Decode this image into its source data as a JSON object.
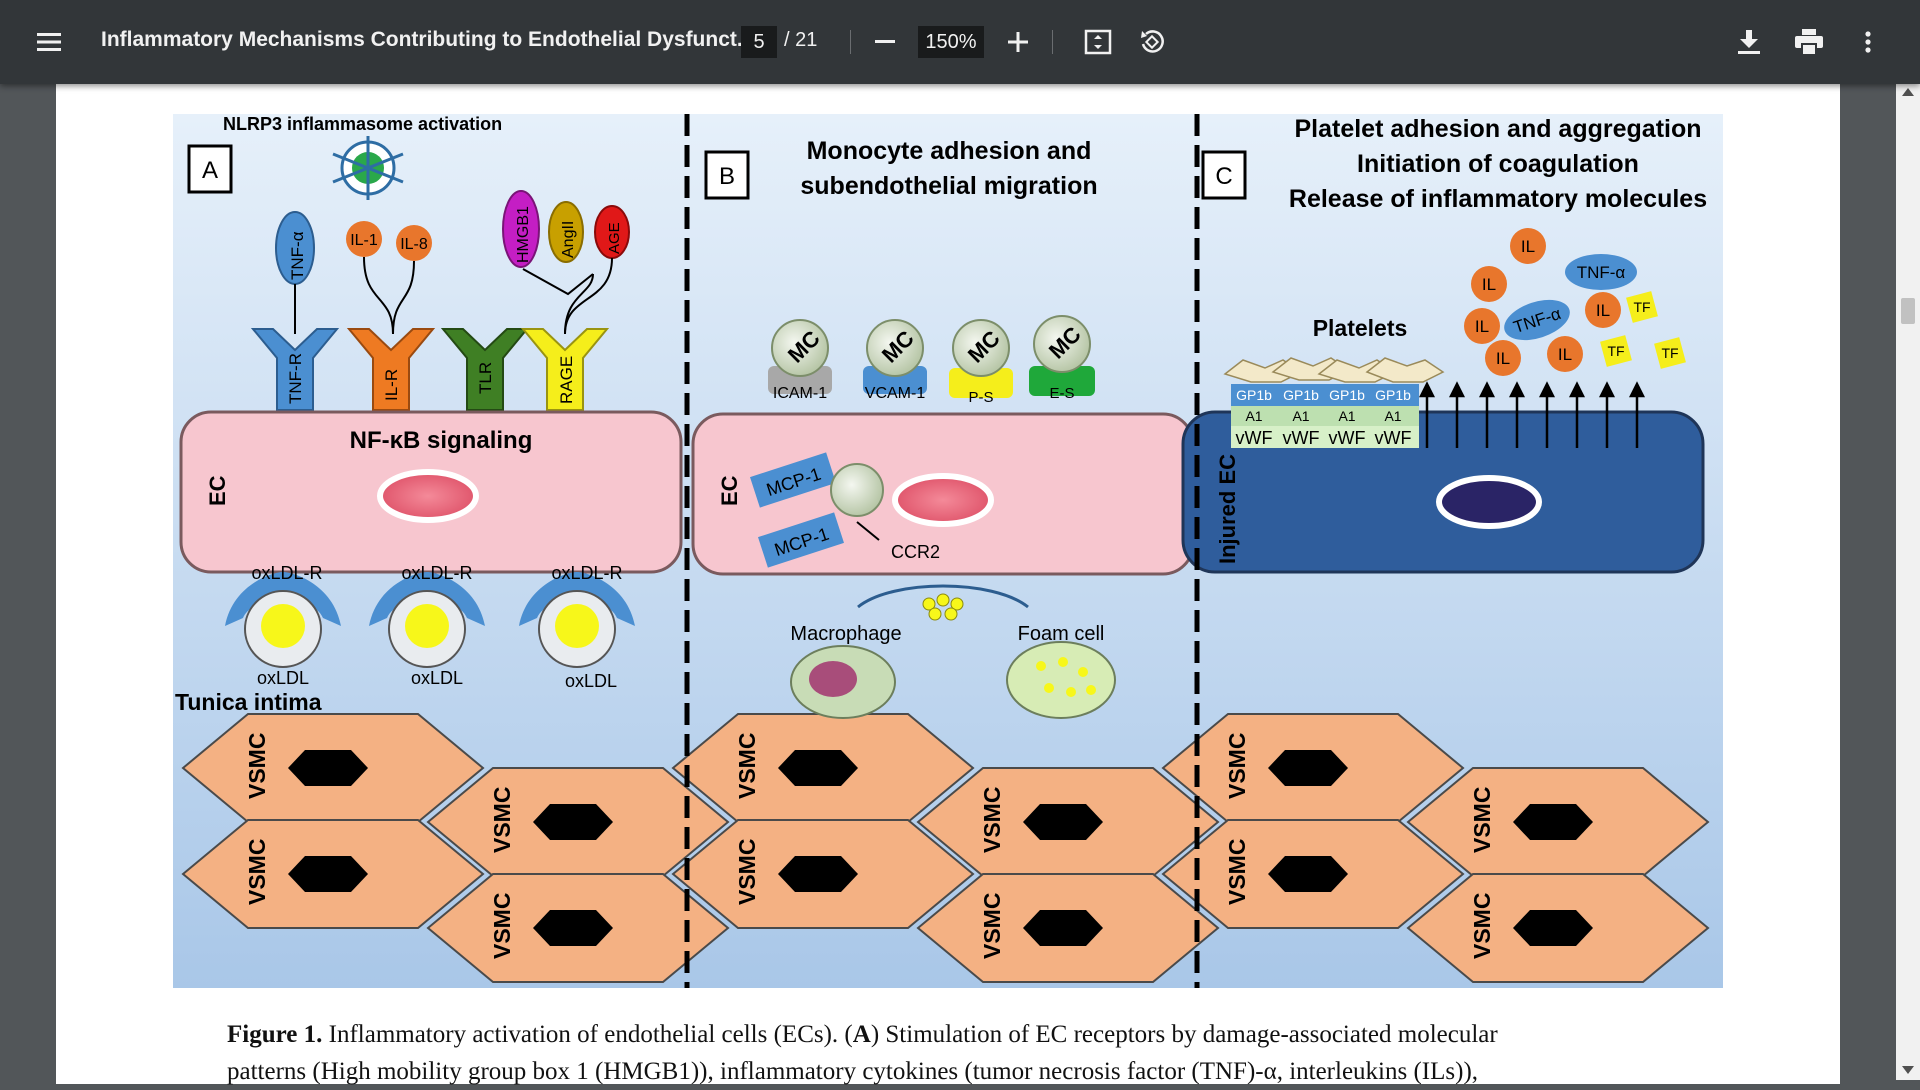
{
  "toolbar": {
    "title": "Inflammatory Mechanisms Contributing to Endothelial Dysfunct...",
    "page_current": "5",
    "page_total": "/ 21",
    "zoom": "150%",
    "icons": [
      "menu-icon",
      "zoom-out-icon",
      "zoom-in-icon",
      "fit-page-icon",
      "rotate-icon",
      "download-icon",
      "print-icon",
      "more-icon"
    ]
  },
  "figure": {
    "panel_a": {
      "letter": "A",
      "nlrp3": "NLRP3 inflammasome activation",
      "ligands": [
        "TNF-α",
        "IL-1",
        "IL-8",
        "HMGB1",
        "AngII",
        "AGE"
      ],
      "receptors": [
        "TNF-R",
        "IL-R",
        "TLR",
        "RAGE"
      ],
      "nfkb": "NF-κB signaling",
      "ec": "EC",
      "oxldl_r": "oxLDL-R",
      "oxldl": "oxLDL",
      "tunica": "Tunica intima"
    },
    "panel_b": {
      "letter": "B",
      "title_line1": "Monocyte adhesion and",
      "title_line2": "subendothelial migration",
      "mc": "MC",
      "adhesion": [
        "ICAM-1",
        "VCAM-1",
        "P-S",
        "E-S"
      ],
      "ec": "EC",
      "mcp": "MCP-1",
      "ccr2": "CCR2",
      "macrophage": "Macrophage",
      "foam": "Foam cell"
    },
    "panel_c": {
      "letter": "C",
      "title_line1": "Platelet adhesion and aggregation",
      "title_line2": "Initiation of coagulation",
      "title_line3": "Release of inflammatory molecules",
      "platelets": "Platelets",
      "il": "IL",
      "tnf": "TNF-α",
      "tf": "TF",
      "gp1b": "GP1b",
      "a1": "A1",
      "vwf": "vWF",
      "injured": "Injured EC"
    },
    "vsmc": "VSMC"
  },
  "caption": {
    "label": "Figure 1.",
    "line1_rest": " Inflammatory activation of endothelial cells (ECs). (",
    "bold_a": "A",
    "line1_end": ") Stimulation of EC receptors by damage-associated molecular",
    "line2": "patterns (High mobility group box 1 (HMGB1)), inflammatory cytokines (tumor necrosis factor (TNF)-α, interleukins (ILs)),"
  },
  "colors": {
    "toolbar": "#323639",
    "backdrop": "#525659",
    "ec_pink": "#f7c6cf",
    "injured_blue": "#2f5d9c",
    "vsmc": "#f4b183"
  }
}
